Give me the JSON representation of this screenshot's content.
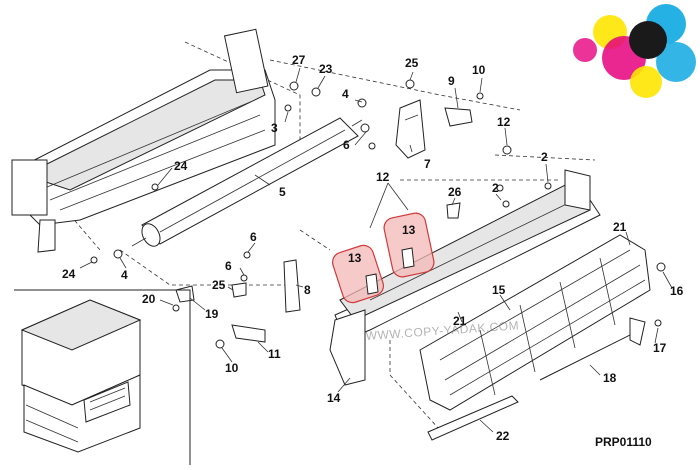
{
  "diagram": {
    "code": "PRP01110",
    "watermark": "WWW.COPY-YADAK.COM",
    "callouts": {
      "c2a": "2",
      "c2b": "2",
      "c3": "3",
      "c4a": "4",
      "c4b": "4",
      "c5": "5",
      "c6a": "6",
      "c6b": "6",
      "c6c": "6",
      "c7": "7",
      "c8": "8",
      "c9": "9",
      "c10a": "10",
      "c10b": "10",
      "c11": "11",
      "c12a": "12",
      "c12b": "12",
      "c13a": "13",
      "c13b": "13",
      "c14": "14",
      "c15": "15",
      "c16": "16",
      "c17": "17",
      "c18": "18",
      "c19": "19",
      "c20": "20",
      "c21a": "21",
      "c21b": "21",
      "c22": "22",
      "c23": "23",
      "c24a": "24",
      "c24b": "24",
      "c25a": "25",
      "c25b": "25",
      "c26": "26",
      "c27": "27"
    },
    "highlighted_parts": [
      "13",
      "13"
    ],
    "colors": {
      "highlight_fill": "#f4b8b8",
      "highlight_stroke": "#d23a3a",
      "logo_cyan": "#00a3e0",
      "logo_magenta": "#e6007e",
      "logo_yellow": "#ffe600",
      "logo_black": "#1a1a1a"
    }
  }
}
